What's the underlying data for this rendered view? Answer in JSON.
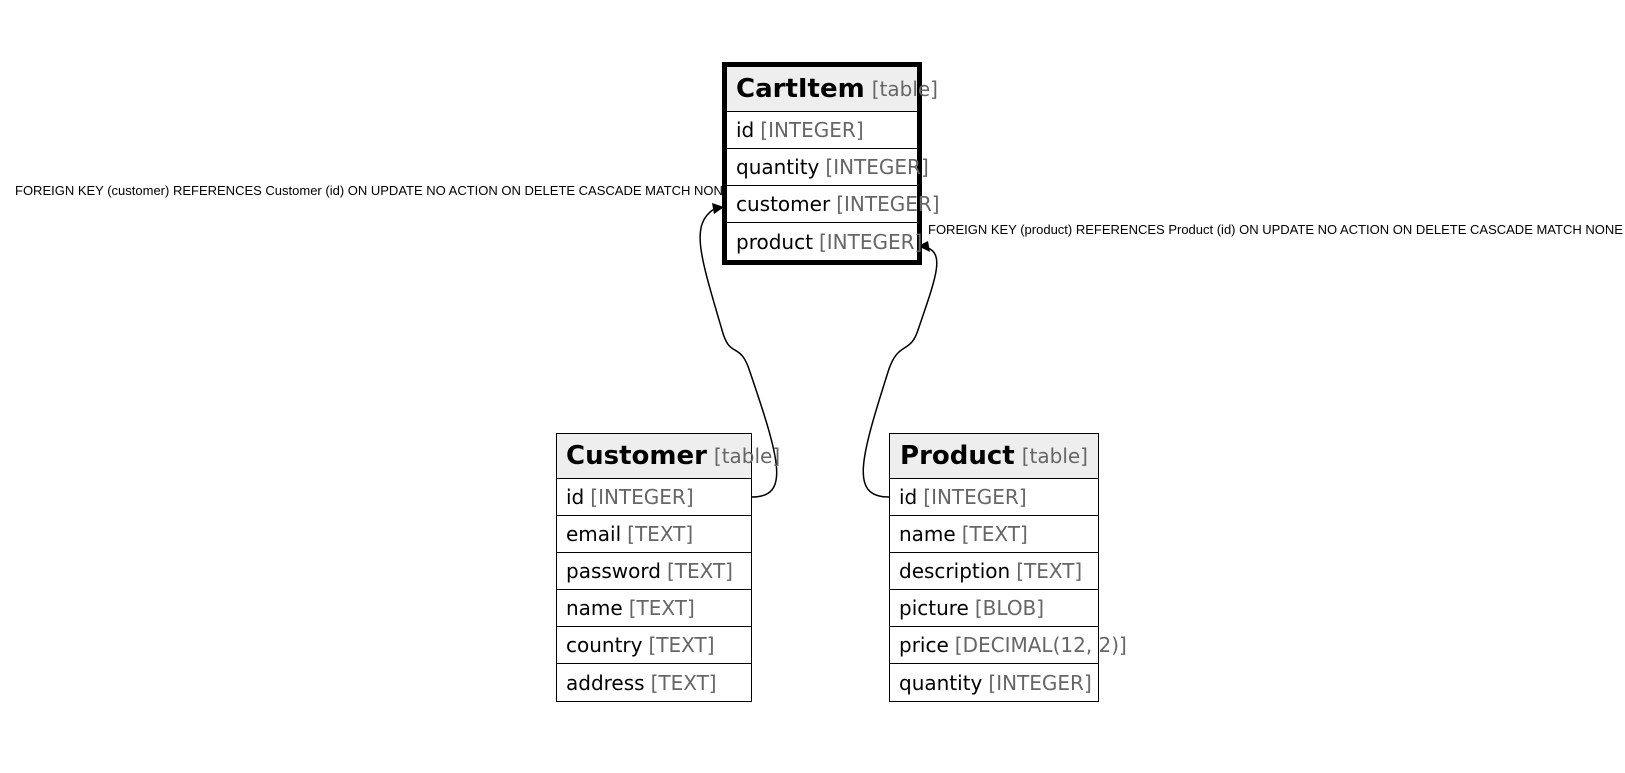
{
  "tables": {
    "cartitem": {
      "name": "CartItem",
      "kind": "[table]",
      "columns": [
        {
          "name": "id",
          "type": "[INTEGER]"
        },
        {
          "name": "quantity",
          "type": "[INTEGER]"
        },
        {
          "name": "customer",
          "type": "[INTEGER]"
        },
        {
          "name": "product",
          "type": "[INTEGER]"
        }
      ]
    },
    "customer": {
      "name": "Customer",
      "kind": "[table]",
      "columns": [
        {
          "name": "id",
          "type": "[INTEGER]"
        },
        {
          "name": "email",
          "type": "[TEXT]"
        },
        {
          "name": "password",
          "type": "[TEXT]"
        },
        {
          "name": "name",
          "type": "[TEXT]"
        },
        {
          "name": "country",
          "type": "[TEXT]"
        },
        {
          "name": "address",
          "type": "[TEXT]"
        }
      ]
    },
    "product": {
      "name": "Product",
      "kind": "[table]",
      "columns": [
        {
          "name": "id",
          "type": "[INTEGER]"
        },
        {
          "name": "name",
          "type": "[TEXT]"
        },
        {
          "name": "description",
          "type": "[TEXT]"
        },
        {
          "name": "picture",
          "type": "[BLOB]"
        },
        {
          "name": "price",
          "type": "[DECIMAL(12, 2)]"
        },
        {
          "name": "quantity",
          "type": "[INTEGER]"
        }
      ]
    }
  },
  "relations": [
    {
      "label": "FOREIGN KEY (customer) REFERENCES Customer (id) ON UPDATE NO ACTION ON DELETE CASCADE MATCH NONE"
    },
    {
      "label": "FOREIGN KEY (product) REFERENCES Product (id) ON UPDATE NO ACTION ON DELETE CASCADE MATCH NONE"
    }
  ]
}
